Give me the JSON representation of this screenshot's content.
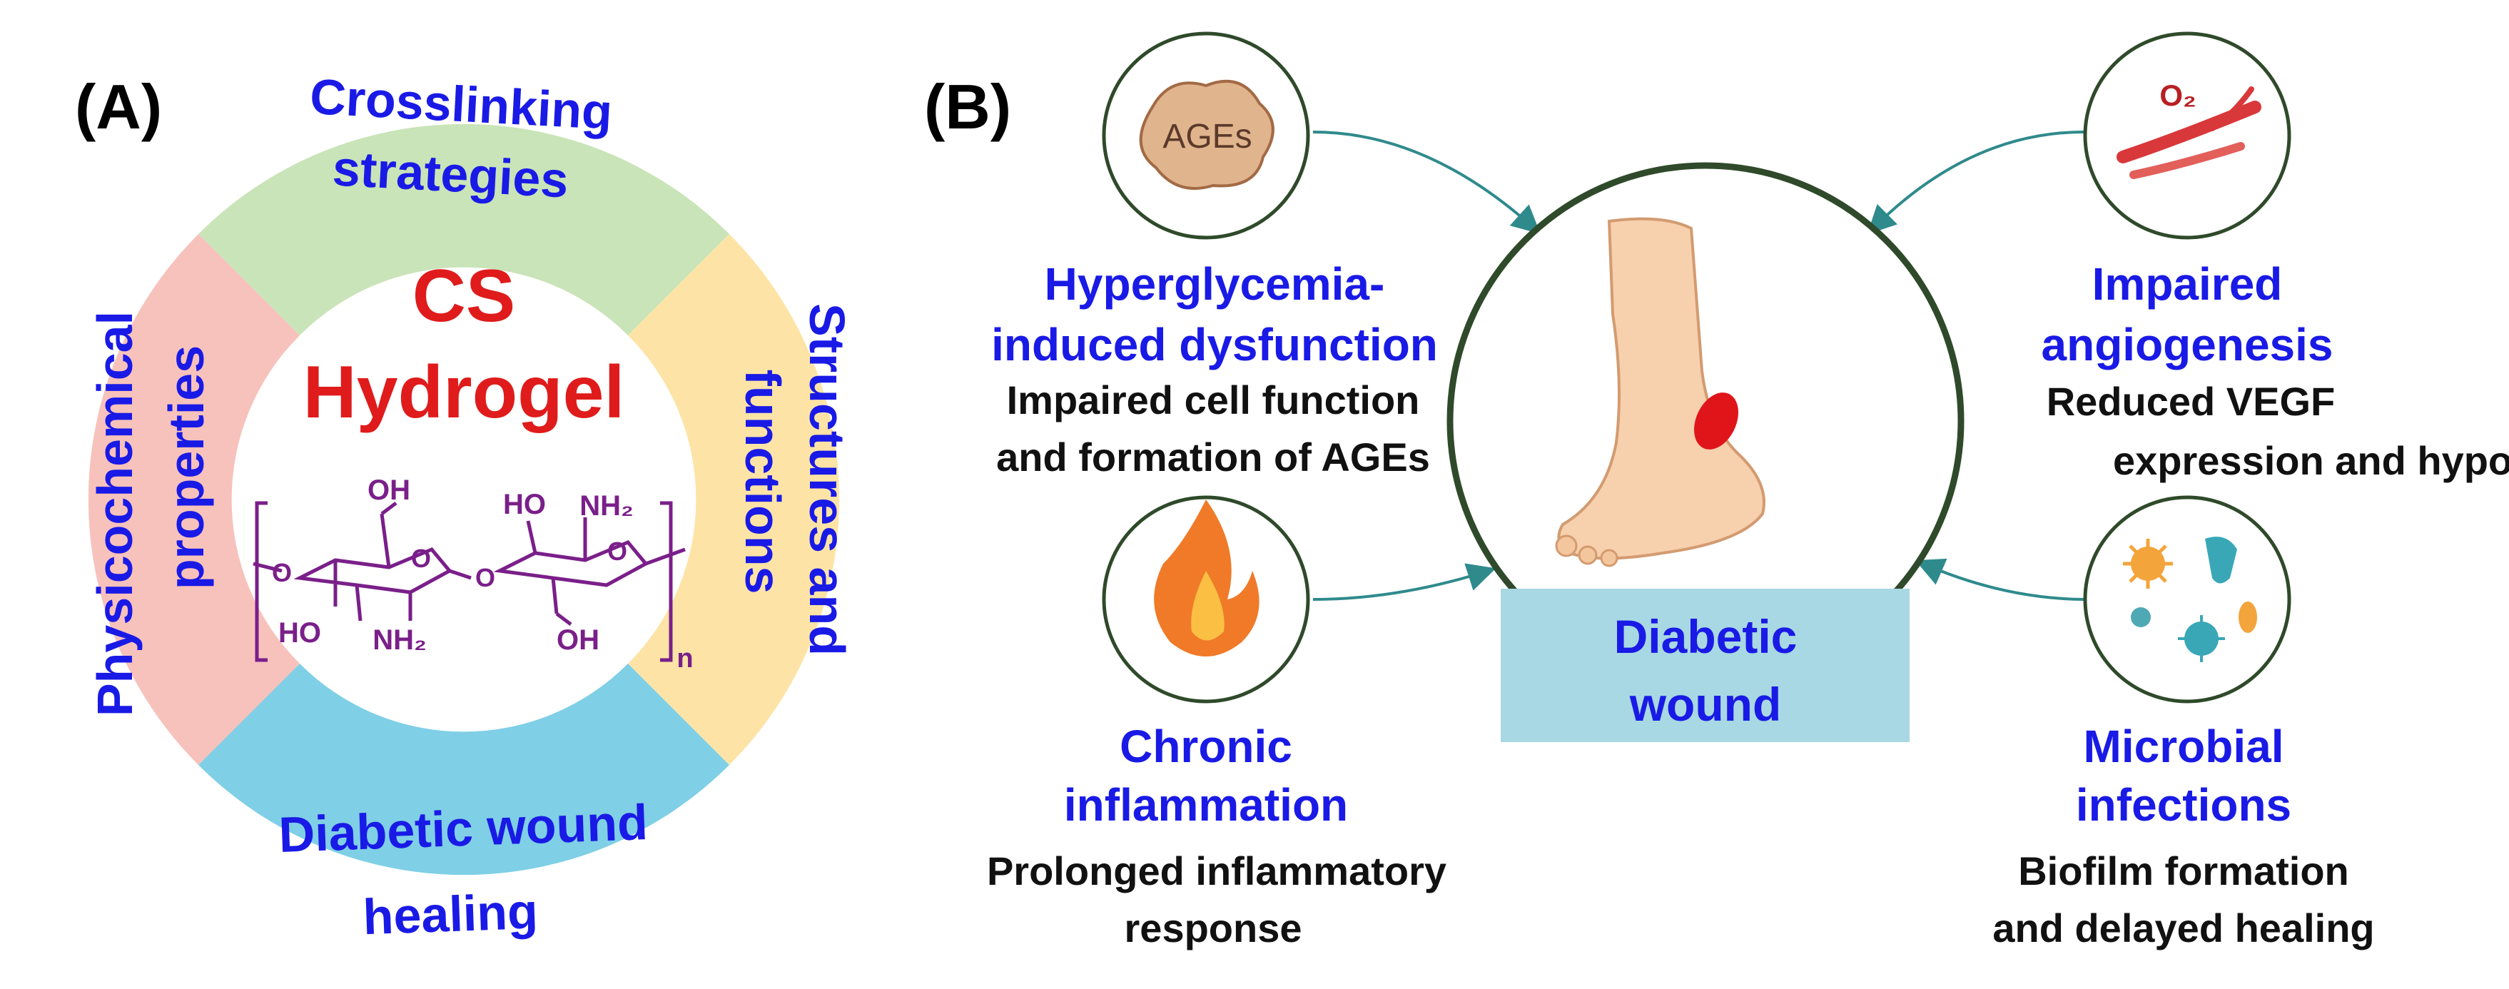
{
  "panel_a": {
    "label": "(A)",
    "center": {
      "line1": "CS",
      "line2": "Hydrogel"
    },
    "segments": [
      {
        "id": "top",
        "lines": [
          "Crosslinking",
          "strategies"
        ],
        "color": "#c9e4b8"
      },
      {
        "id": "right",
        "lines": [
          "Structures and",
          "functions"
        ],
        "color": "#fde4a6"
      },
      {
        "id": "bottom",
        "lines": [
          "Diabetic wound",
          "healing"
        ],
        "color": "#7fcfe6"
      },
      {
        "id": "left",
        "lines": [
          "Physicochemical",
          "properties"
        ],
        "color": "#f7c2bc"
      }
    ],
    "structure": {
      "oh_top": "OH",
      "ho_top": "HO",
      "nh2_top": "NH₂",
      "o_ring_left": "O",
      "o_link": "O",
      "o_ring_right": "O",
      "o_end": "O",
      "ho_bottom": "HO",
      "nh2_bottom": "NH₂",
      "oh_bottom": "OH",
      "n": "n"
    }
  },
  "panel_b": {
    "label": "(B)",
    "center": {
      "lines": [
        "Diabetic",
        "wound"
      ]
    },
    "factors": [
      {
        "id": "hyperglycemia",
        "icon": "ages-icon",
        "icon_text": "AGEs",
        "title": [
          "Hyperglycemia-",
          "induced dysfunction"
        ],
        "desc": [
          "Impaired cell function",
          "and formation of AGEs"
        ]
      },
      {
        "id": "angiogenesis",
        "icon": "vessel-icon",
        "icon_text": "O₂",
        "title": [
          "Impaired",
          "angiogenesis"
        ],
        "desc": [
          "Reduced VEGF",
          "expression and hypoxia"
        ]
      },
      {
        "id": "inflammation",
        "icon": "fire-icon",
        "title": [
          "Chronic",
          "inflammation"
        ],
        "desc": [
          "Prolonged inflammatory",
          "response"
        ]
      },
      {
        "id": "microbial",
        "icon": "microbe-icon",
        "title": [
          "Microbial",
          "infections"
        ],
        "desc": [
          "Biofilm formation",
          "and delayed healing"
        ]
      }
    ]
  },
  "colors": {
    "title_blue": "#1a1ae6",
    "title_red": "#e01b1b",
    "structure_purple": "#7a1f8a",
    "arrow_teal": "#2f8a8c",
    "circle_border": "#2f4a2a",
    "wound_box": "#a8d8e3"
  }
}
